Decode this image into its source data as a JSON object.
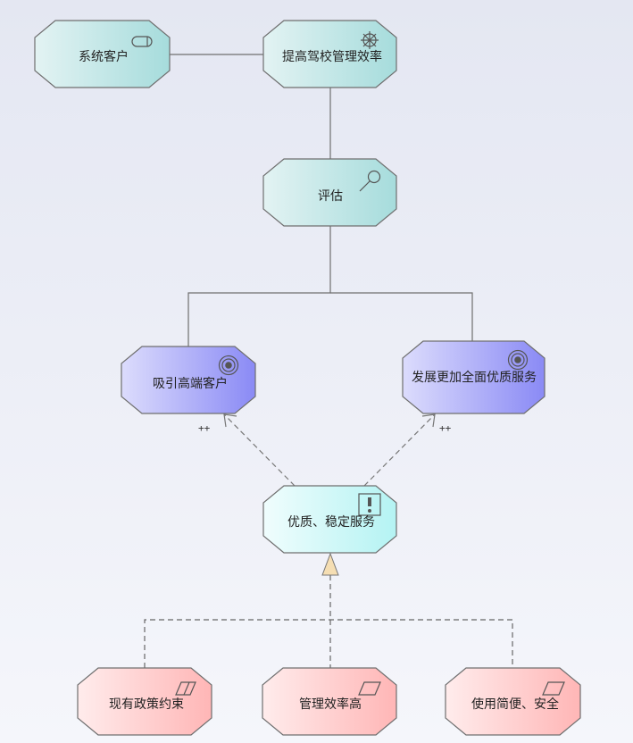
{
  "diagram": {
    "nodes": {
      "customer": {
        "label": "系统客户",
        "icon": "actor-icon"
      },
      "goal": {
        "label": "提高驾校管理效率",
        "icon": "driver-wheel-icon"
      },
      "assessment": {
        "label": "评估",
        "icon": "assessment-icon"
      },
      "goal_attract": {
        "label": "吸引高端客户",
        "icon": "goal-target-icon"
      },
      "goal_develop": {
        "label": "发展更加全面优质服务",
        "icon": "goal-target-icon"
      },
      "principle": {
        "label": "优质、稳定服务",
        "icon": "principle-icon"
      },
      "constraint": {
        "label": "现有政策约束",
        "icon": "requirement-icon"
      },
      "req_efficiency": {
        "label": "管理效率高",
        "icon": "requirement-icon"
      },
      "req_usability": {
        "label": "使用简便、安全",
        "icon": "requirement-icon"
      }
    },
    "influence_labels": {
      "left": "++",
      "right": "++"
    },
    "colors": {
      "motivation_teal": "#a6dcdc",
      "goal_purple": "#8a8af5",
      "principle_cyan": "#b8f4f4",
      "requirement_pink": "#ffb8b8",
      "border": "#6f6f6f",
      "realization_arrow": "#f5deb3"
    }
  }
}
